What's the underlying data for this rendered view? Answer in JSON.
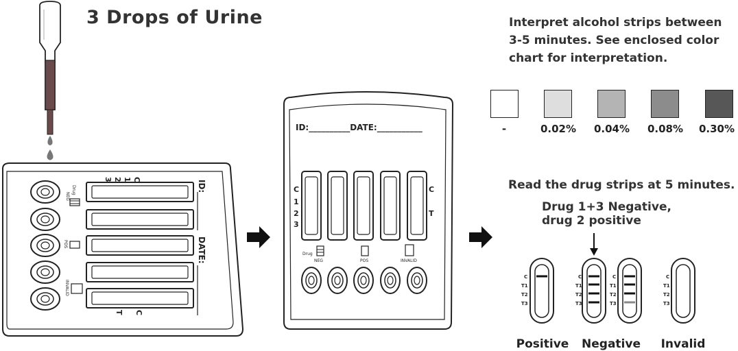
{
  "title": "3 Drops of Urine",
  "instructions": {
    "line1": "Interpret alcohol strips between",
    "line2": "3-5 minutes. See enclosed color",
    "line3": "chart for interpretation."
  },
  "color_chart": [
    {
      "label": "-",
      "color": "#ffffff"
    },
    {
      "label": "0.02%",
      "color": "#dedede"
    },
    {
      "label": "0.04%",
      "color": "#b4b4b4"
    },
    {
      "label": "0.08%",
      "color": "#8c8c8c"
    },
    {
      "label": "0.30%",
      "color": "#575757"
    }
  ],
  "read_instruction": "Read the drug strips at 5 minutes.",
  "drug_note": {
    "line1": "Drug 1+3 Negative,",
    "line2": "drug 2 positive"
  },
  "results": {
    "positive": "Positive",
    "negative": "Negative",
    "invalid": "Invalid"
  },
  "card_left": {
    "id_label": "ID:",
    "date_label": "DATE:",
    "strip_top_labels": [
      "C",
      "1",
      "2",
      "3"
    ],
    "strip_bottom_labels": [
      "T",
      "C"
    ],
    "neg_label": "NEG",
    "drug_label": "Drug",
    "pos_label": "POS",
    "invalid_label": "INVALID"
  },
  "card_middle": {
    "id_date_label": "ID:__________DATE:___________",
    "left_labels": [
      "C",
      "1",
      "2",
      "3"
    ],
    "right_labels": [
      "C",
      "T"
    ],
    "neg_label": "NEG",
    "drug_label": "Drug",
    "pos_label": "POS",
    "invalid_label": "INVALID"
  },
  "strip_labels": [
    "C",
    "T1",
    "T2",
    "T3"
  ]
}
